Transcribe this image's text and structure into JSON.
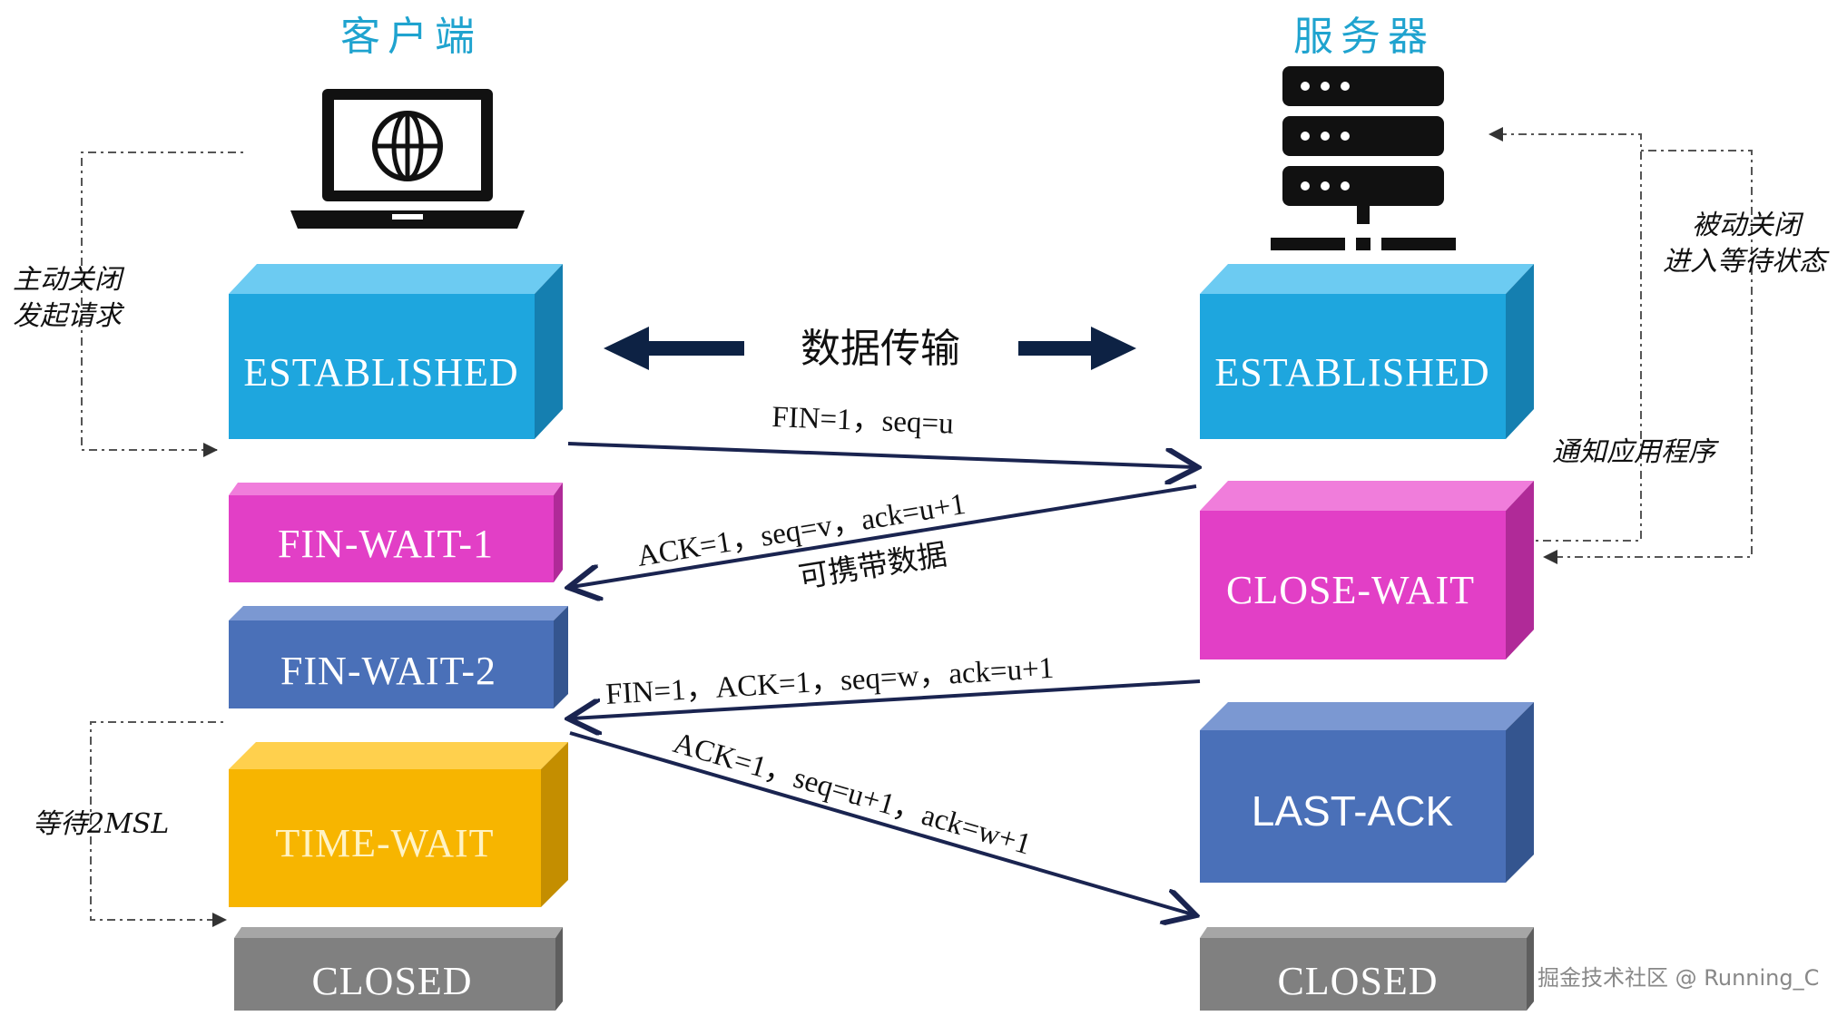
{
  "titles": {
    "client": "客户端",
    "server": "服务器"
  },
  "center_label": "数据传输",
  "colors": {
    "cyan": "#1ea6de",
    "magenta": "#e23fc6",
    "blue": "#4a70b8",
    "yellow": "#f7b500",
    "gray": "#808080",
    "arrow": "#1a2450",
    "title": "#1fa3cf"
  },
  "client_states": {
    "established": "ESTABLISHED",
    "fin_wait_1": "FIN-WAIT-1",
    "fin_wait_2": "FIN-WAIT-2",
    "time_wait": "TIME-WAIT",
    "closed": "CLOSED"
  },
  "server_states": {
    "established": "ESTABLISHED",
    "close_wait": "CLOSE-WAIT",
    "last_ack": "LAST-ACK",
    "closed": "CLOSED"
  },
  "messages": {
    "m1": "FIN=1，seq=u",
    "m2": "ACK=1，seq=v，ack=u+1",
    "m2_note": "可携带数据",
    "m3": "FIN=1，ACK=1，seq=w，ack=u+1",
    "m4": "ACK=1，seq=u+1，ack=w+1"
  },
  "notes": {
    "active_close_1": "主动关闭",
    "active_close_2": "发起请求",
    "wait_2msl": "等待2MSL",
    "passive_close_1": "被动关闭",
    "passive_close_2": "进入等待状态",
    "notify_app": "通知应用程序"
  },
  "icons": {
    "client": "laptop-globe-icon",
    "server": "server-rack-icon"
  },
  "watermark": "掘金技术社区 @ Running_C"
}
